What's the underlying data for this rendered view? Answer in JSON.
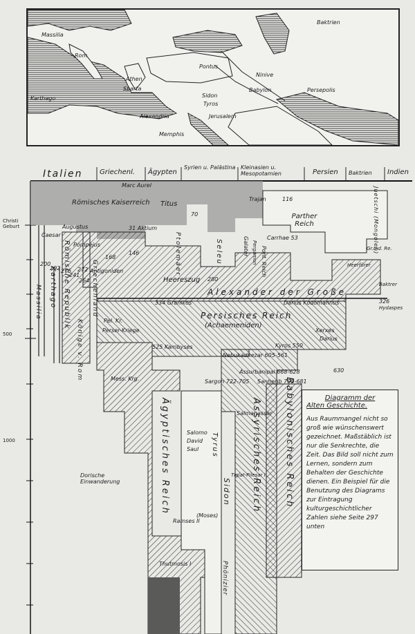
{
  "map": {
    "places": {
      "baktrien": "Baktrien",
      "massilia": "Massilia",
      "rom": "Rom",
      "athen": "Athen",
      "sparta": "Sparta",
      "karthago": "Karthago",
      "pontus": "Pontus",
      "ninive": "Ninive",
      "babylon": "Babylon",
      "persepolis": "Persepolis",
      "sidon": "Sidon",
      "tyros": "Tyros",
      "jerusalem": "Jerusalem",
      "alexandria": "Alexandria",
      "memphis": "Memphis"
    }
  },
  "header": {
    "italien": "Italien",
    "griechenland": "Griechenl.",
    "aegypten": "Ägypten",
    "syrien": "Syrien u. Palästina",
    "kleinasien": "Kleinasien u. Mesopotamien",
    "persien": "Persien",
    "baktrien": "Baktrien",
    "indien": "Indien"
  },
  "axis": {
    "christi": "Christi Geburt",
    "t500": "500",
    "t1000": "1000"
  },
  "labels": {
    "marc_aurel": "Marc Aurel",
    "roemisches_kaiserreich": "Römisches Kaiserreich",
    "titus": "Titus",
    "seventy": "70",
    "trajan": "Trajan",
    "trajan_year": "116",
    "parther_reich": "Parther Reich",
    "juetschi": "Juetschi (Mongolen)",
    "augustus": "Augustus",
    "caesar": "Caesar",
    "aktium": "31 Aktium",
    "carrhae": "Carrhae 53",
    "pompejus": "Pompejus",
    "y146": "146",
    "y168": "168",
    "antigoniden": "Antigoniden",
    "ptolemaeer": "Ptolemäer",
    "seleu": "Seleu",
    "galater": "Galater",
    "pergamon": "Pergamon",
    "pont_reich": "Pont. Reich",
    "indo_gr": "Gr.Ind. Re.",
    "heeresfuhrer": "Heerfürer",
    "baktrier": "Baktrer",
    "y200": "200",
    "y202": "202",
    "y241": "241",
    "y264": "264",
    "y272": "272",
    "y275": "275",
    "r_republik": "Römische Republik",
    "karthago_col": "Karthago",
    "massilia_col": "Massilia",
    "koenige_rom": "Könige v. Rom",
    "griechenland_col": "Griechenland",
    "heereszug": "Heereszug",
    "y280": "280",
    "alexander_der_grosse": "Alexander der Große",
    "granikos": "334 Granikos",
    "darius_kodomannus": "Darius Kodomannus",
    "y326": "326",
    "hydaspes": "Hydaspes",
    "perserkriege": "Perser-Kriege",
    "pel_kr": "Pel. Kr.",
    "persisches_reich": "Persisches Reich",
    "achaemeniden": "(Achaemeniden)",
    "xerxes": "Xerxes",
    "darius": "Darius",
    "kambyses": "525 Kambyses",
    "kyros": "Kyros 550",
    "nebukadnezar": "Nebukadnezar 605-561",
    "assurbanipal": "Assurbanipal 668-628",
    "sargon": "Sargon 722-705",
    "sanherib": "Sanherib 705-681",
    "y630": "630",
    "mess_krg": "Mess. Krg.",
    "salmanassar": "Salmanassar",
    "assyrisches_reich": "Assyrisches Reich",
    "babylonisches_reich": "Babylonisches Reich",
    "aegyptisches_reich": "Ägyptisches Reich",
    "salomo": "Salomo",
    "david": "David",
    "saul": "Saul",
    "tyrus": "Tyrus",
    "sidon_col": "Sidon",
    "tiglat_pilesar": "Tiglat-Pilesar I",
    "dorische": "Dorische Einwanderung",
    "moses": "(Moses)",
    "ramses": "Ramses II",
    "thutmosis": "Thutmosis I",
    "phoenizier": "Phönizier"
  },
  "legend": {
    "title_line1": "Diagramm der",
    "title_line2": "Alten Geschichte.",
    "text": "Aus Raummangel nicht so groß wie wünschenswert gezeichnet. Maßstäblich ist nur die Senkrechte, die Zeit. Das Bild soll nicht zum Lernen, sondern zum Behalten der Geschichte dienen. Ein Beispiel für die Benutzung des Diagrams zur Eintragung kulturgeschichtlicher Zahlen siehe Seite 297 unten"
  }
}
